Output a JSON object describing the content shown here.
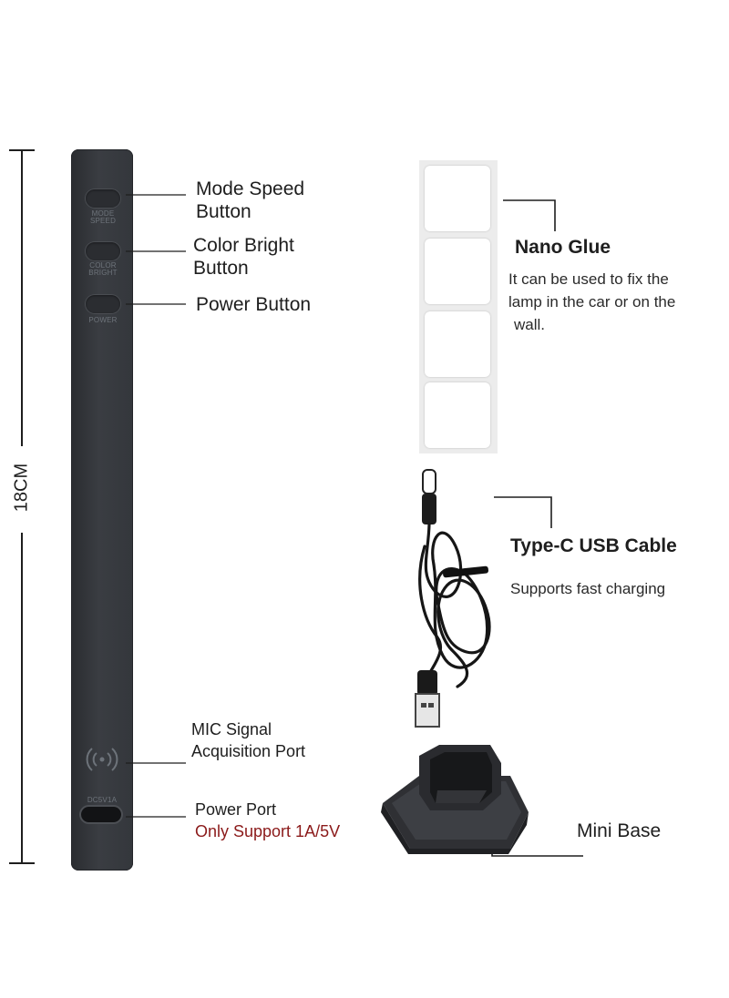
{
  "dimension": {
    "label": "18CM"
  },
  "strip": {
    "button_labels": [
      {
        "line1": "MODE",
        "line2": "SPEED"
      },
      {
        "line1": "COLOR",
        "line2": "BRIGHT"
      },
      {
        "line1": "POWER"
      }
    ],
    "port_label": "DC5V1A"
  },
  "callouts": {
    "mode_speed": {
      "line1": "Mode Speed",
      "line2": "Button"
    },
    "color_bright": {
      "line1": "Color Bright",
      "line2": "Button"
    },
    "power": {
      "line1": "Power Button"
    },
    "mic": {
      "line1": "MIC Signal",
      "line2": "Acquisition Port"
    },
    "power_port": {
      "line1": "Power Port",
      "warning": "Only Support 1A/5V"
    }
  },
  "accessories": {
    "nano_glue": {
      "title": "Nano Glue",
      "desc_lines": [
        "It can be used to fix the",
        "lamp in the car or on the",
        "wall."
      ]
    },
    "usb_cable": {
      "title": "Type-C USB Cable",
      "desc": "Supports fast charging"
    },
    "mini_base": {
      "title": "Mini Base"
    }
  },
  "colors": {
    "strip": "#35383d",
    "warning": "#8b1a1a",
    "line": "#1e1e1e"
  }
}
